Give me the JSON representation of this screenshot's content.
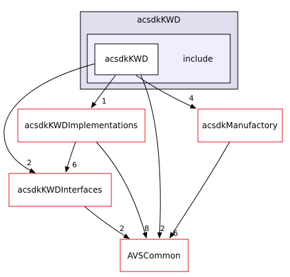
{
  "diagram": {
    "cluster": {
      "title": "acsdkKWD",
      "inner_label": "include"
    },
    "nodes": {
      "acsdkKWD": "acsdkKWD",
      "impl": "acsdkKWDImplementations",
      "manufactory": "acsdkManufactory",
      "interfaces": "acsdkKWDInterfaces",
      "avscommon": "AVSCommon"
    },
    "edges": {
      "kwd_impl": "1",
      "kwd_interfaces": "2",
      "kwd_manufactory": "4",
      "kwd_avscommon": "2",
      "impl_interfaces": "6",
      "impl_avscommon": "8",
      "interfaces_avscommon": "2",
      "manufactory_avscommon": "6"
    },
    "colors": {
      "cluster_outer_fill": "#dedeee",
      "cluster_inner_fill": "#eeeeff",
      "node_border_red": "#e31a1c",
      "edge": "#000000"
    }
  }
}
